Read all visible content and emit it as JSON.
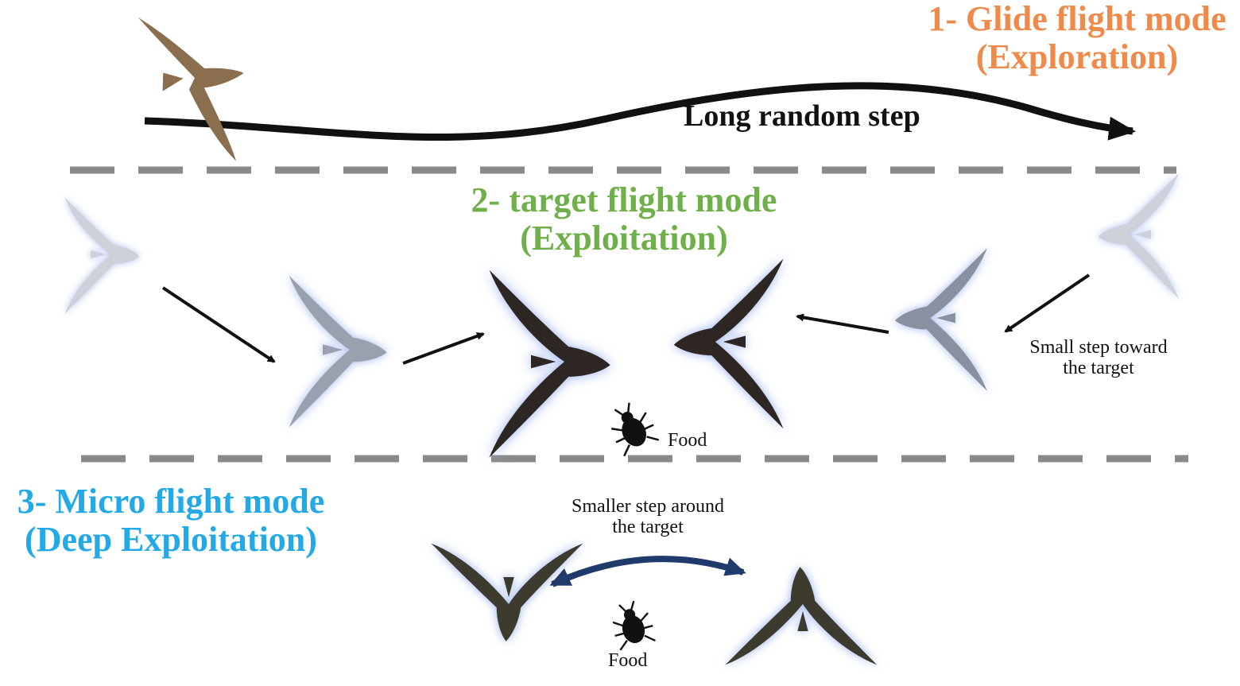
{
  "zones": {
    "glide": {
      "title_line1": "1- Glide flight mode",
      "title_line2": "(Exploration)",
      "arrow_label": "Long random step",
      "color": "#ef8a4a"
    },
    "target": {
      "title_line1": "2- target flight mode",
      "title_line2": "(Exploitation)",
      "step_label_line1": "Small step toward",
      "step_label_line2": "the target",
      "food_label": "Food",
      "color": "#6fb04a"
    },
    "micro": {
      "title_line1": "3- Micro flight mode",
      "title_line2": "(Deep Exploitation)",
      "step_label_line1": "Smaller step around",
      "step_label_line2": "the target",
      "food_label": "Food",
      "color": "#22a9e6"
    }
  },
  "colors": {
    "divider": "#8a8a8a",
    "bird_dark": "#3a3128",
    "bird_light": "#b7bcc8",
    "glow": "#9fb4e8",
    "curved_arrow": "#1f3a6b"
  },
  "icons": [
    "swift-bird-icon",
    "beetle-food-icon",
    "arrow-icon"
  ]
}
